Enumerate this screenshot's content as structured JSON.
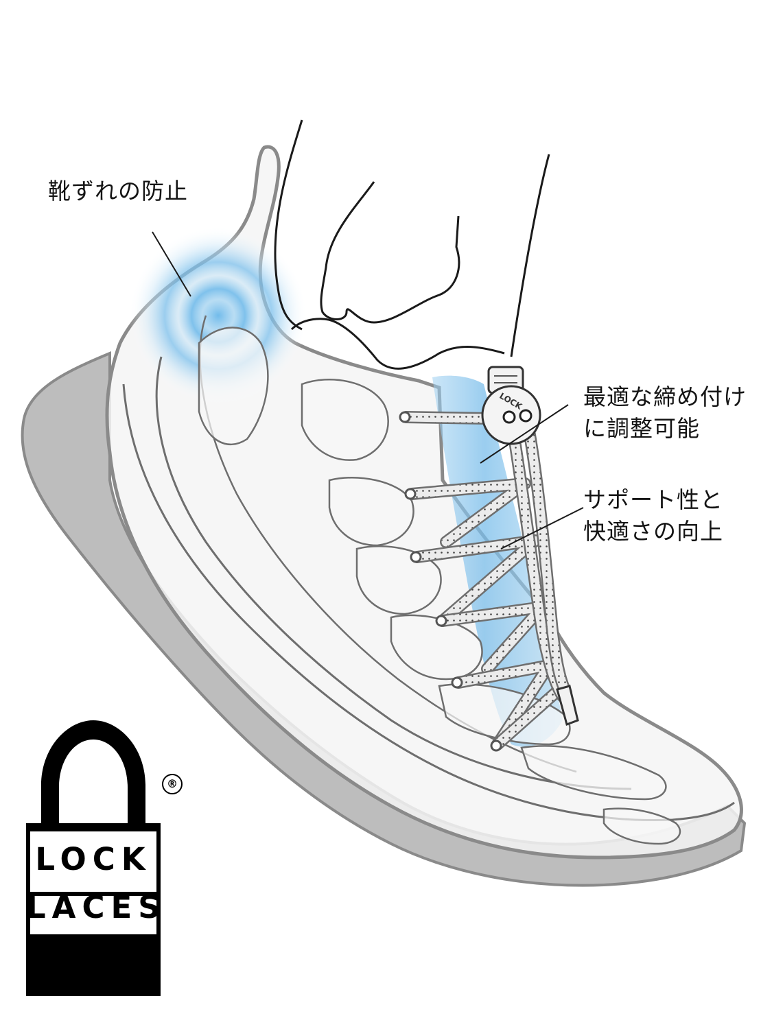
{
  "callouts": {
    "heel": "靴ずれの防止",
    "fit_line1": "最適な締め付け",
    "fit_line2": "に調整可能",
    "support_line1": "サポート性と",
    "support_line2": "快適さの向上"
  },
  "logo": {
    "word1": "LOCK",
    "word2": "LACES",
    "registered": "®",
    "lock_tag_text": "LOCK"
  },
  "icons": [
    "padlock-logo-icon",
    "lace-lock-toggle-icon"
  ],
  "colors": {
    "outline": "#1a1a1a",
    "shoe_line": "#888888",
    "sole": "#b9b9b9",
    "highlight_blue": "#6ab8ea",
    "lace": "#e8e8e8"
  }
}
